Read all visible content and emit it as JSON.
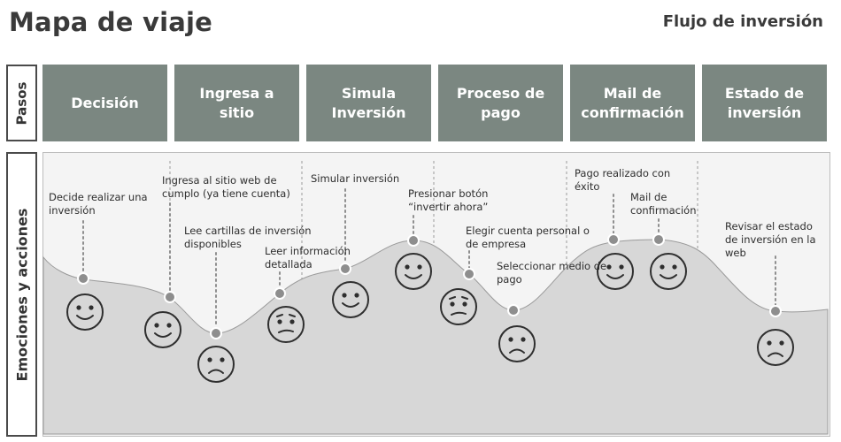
{
  "header": {
    "title": "Mapa de viaje",
    "subtitle": "Flujo de inversión"
  },
  "row_labels": {
    "steps": "Pasos",
    "emotions": "Emociones y acciones"
  },
  "stages": [
    "Decisión",
    "Ingresa a\nsitio",
    "Simula\nInversión",
    "Proceso de\npago",
    "Mail de\nconfirmación",
    "Estado de\ninversión"
  ],
  "touchpoints": [
    {
      "text": "Decide realizar una\ninversión",
      "emotion": "happy"
    },
    {
      "text": "Ingresa al sitio web de\ncumplo (ya tiene cuenta)",
      "emotion": "happy"
    },
    {
      "text": "Lee cartillas de inversión\ndisponibles",
      "emotion": "sad"
    },
    {
      "text": "Leer información\ndetallada",
      "emotion": "confused"
    },
    {
      "text": "Simular inversión",
      "emotion": "happy"
    },
    {
      "text": "Presionar botón\n“invertir ahora”",
      "emotion": "happy"
    },
    {
      "text": "Elegir cuenta personal o\nde empresa",
      "emotion": "confused"
    },
    {
      "text": "Seleccionar medio de\npago",
      "emotion": "sad"
    },
    {
      "text": "Pago realizado con\néxito",
      "emotion": "happy"
    },
    {
      "text": "Mail de\nconfirmación",
      "emotion": "happy"
    },
    {
      "text": "Revisar el estado\nde inversión en la\nweb",
      "emotion": "sad"
    }
  ],
  "colors": {
    "stage_fill": "#7b8781",
    "curve_fill": "#d7d7d7",
    "curve_stroke": "#9a9a9a",
    "dot": "#8e8e8e"
  }
}
